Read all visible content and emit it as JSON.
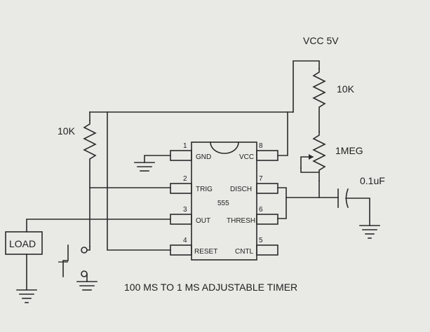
{
  "labels": {
    "vcc_supply": "VCC  5V",
    "r_top": "10K",
    "r_left": "10K",
    "pot": "1MEG",
    "cap": "0.1uF",
    "load": "LOAD",
    "title": "100 MS TO 1 MS ADJUSTABLE TIMER"
  },
  "chip": {
    "name": "555",
    "pins": {
      "p1": {
        "num": "1",
        "label": "GND"
      },
      "p2": {
        "num": "2",
        "label": "TRIG"
      },
      "p3": {
        "num": "3",
        "label": "OUT"
      },
      "p4": {
        "num": "4",
        "label": "RESET"
      },
      "p5": {
        "num": "5",
        "label": "CNTL"
      },
      "p6": {
        "num": "6",
        "label": "THRESH"
      },
      "p7": {
        "num": "7",
        "label": "DISCH"
      },
      "p8": {
        "num": "8",
        "label": "VCC"
      }
    }
  },
  "colors": {
    "ink": "#2a2a2a",
    "paper": "#e9e9e6"
  }
}
